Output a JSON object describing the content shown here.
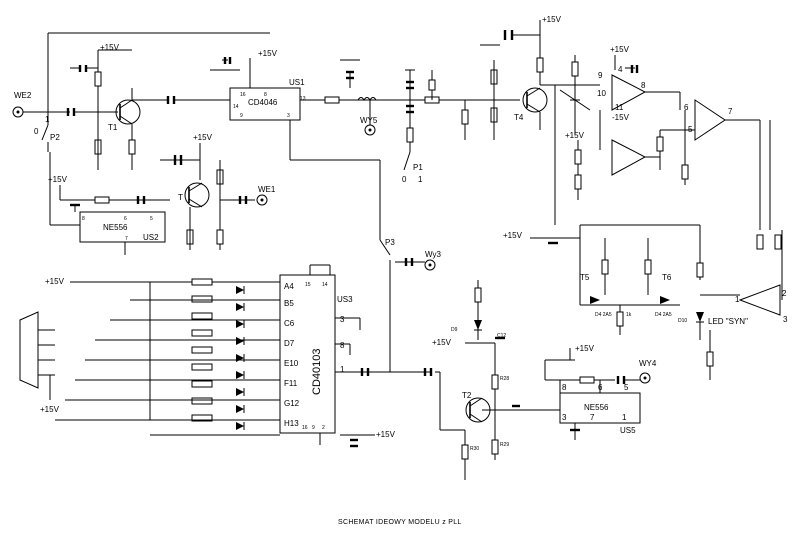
{
  "caption": "SCHEMAT IDEOWY MODELU z PLL",
  "supply": "+15V",
  "neg_supply": "-15V",
  "connectors": {
    "we2": "WE2",
    "we1": "WE1",
    "wy5": "WY5",
    "wy3": "Wy3",
    "wy4": "WY4"
  },
  "switches": {
    "p1": "P1",
    "p2": "P2",
    "p3": "P3",
    "p1_pos0": "0",
    "p1_pos1": "1",
    "p2_pos0": "0",
    "p2_pos1": "1"
  },
  "transistors": {
    "t1": "T1",
    "t2": "T2",
    "t4": "T4",
    "t5": "T5",
    "t6": "T6",
    "t_osc": "T"
  },
  "ics": {
    "us1": {
      "ref": "US1",
      "name": "CD4046",
      "pins": [
        "16",
        "8",
        "14",
        "9",
        "13",
        "3"
      ]
    },
    "us2": {
      "ref": "US2",
      "name": "NE556",
      "pins": [
        "8",
        "6",
        "5",
        "7"
      ]
    },
    "us3": {
      "ref": "US3",
      "name": "CD40103",
      "pins": [
        "15",
        "14",
        "3",
        "8",
        "1",
        "16",
        "9",
        "2"
      ]
    },
    "us5": {
      "ref": "US5",
      "name": "NE556",
      "pins": [
        "8",
        "6",
        "5",
        "3",
        "7",
        "1"
      ]
    }
  },
  "bus_labels": [
    "A4",
    "B5",
    "C6",
    "D7",
    "E10",
    "F11",
    "G12",
    "H13"
  ],
  "opamp_pins": [
    "9",
    "10",
    "8",
    "4",
    "11",
    "6",
    "5",
    "7",
    "1",
    "2",
    "3"
  ],
  "led": {
    "ref": "D10",
    "label": "LED \"SYN\""
  },
  "diode_labels": {
    "d9": "D9",
    "d5": "D4 2A5",
    "d6": "D4 2A5"
  },
  "component_marks": {
    "r28": "R28",
    "r29": "R29",
    "r30": "R30",
    "c12": "C12",
    "v1k": "1k"
  }
}
